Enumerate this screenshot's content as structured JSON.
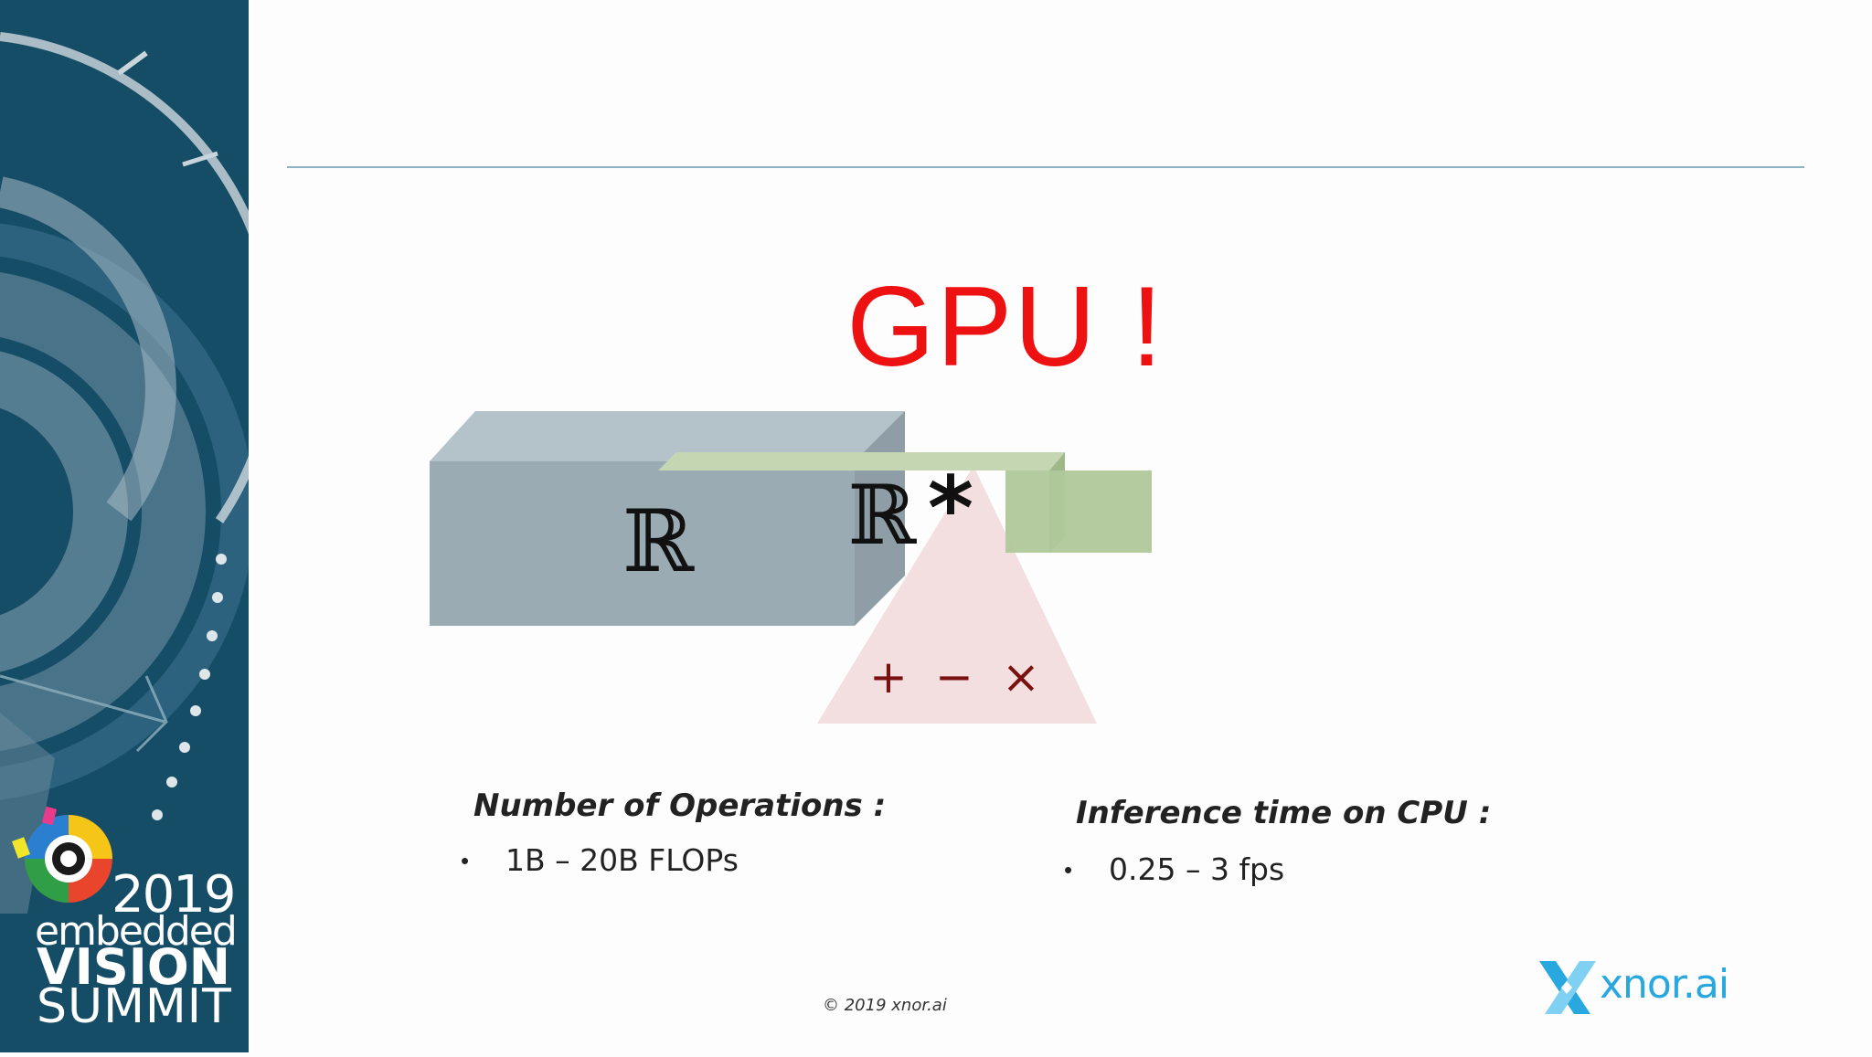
{
  "slide": {
    "title": "GPU !",
    "title_color": "#ee1111",
    "left_block": {
      "symbol": "ℝ",
      "color": "#9aabb4"
    },
    "right_block": {
      "symbol": "ℝ",
      "color": "#b0c89a"
    },
    "operator": "*",
    "operations": [
      "+",
      "−",
      "×"
    ],
    "operations_color": "#7a1010",
    "left_column": {
      "heading": "Number of Operations :",
      "bullet": "•",
      "item": "1B – 20B FLOPs"
    },
    "right_column": {
      "heading": "Inference time on CPU :",
      "bullet": "•",
      "item": "0.25 – 3 fps"
    },
    "footer": "© 2019 xnor.ai"
  },
  "sidebar": {
    "background": "#154c66",
    "year": "2019",
    "line1": "embedded",
    "line2": "VISION",
    "line3": "SUMMIT"
  },
  "logo": {
    "text": "xnor.ai",
    "color": "#29a8e0"
  }
}
